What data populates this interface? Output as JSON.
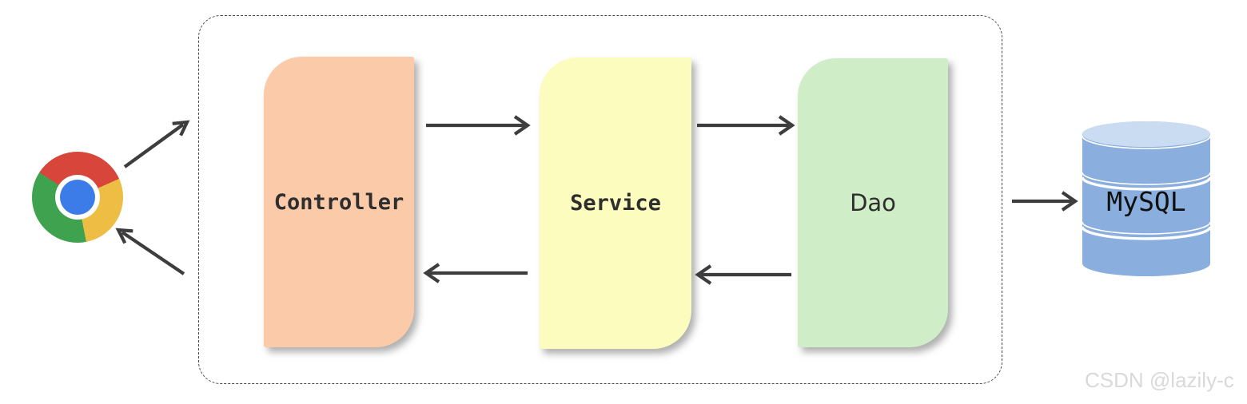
{
  "diagram": {
    "description": "three-layer web architecture flow from browser to database",
    "nodes": {
      "browser": {
        "name": "chrome-browser",
        "icon": "chrome-logo",
        "colors": {
          "red": "#D8453A",
          "yellow": "#EEBD43",
          "green": "#3FA24E",
          "blue": "#3C7CE8"
        }
      },
      "controller": {
        "label": "Controller",
        "fill": "#FACAA9"
      },
      "service": {
        "label": "Service",
        "fill": "#FCFCBE"
      },
      "dao": {
        "label": "Dao",
        "fill": "#CFEDC6"
      },
      "mysql": {
        "label": "MySQL",
        "type": "database-cylinder",
        "fill": "#8AAEDD",
        "fill_top": "#C9DCF2"
      }
    },
    "edges": [
      {
        "from": "browser",
        "to": "controller"
      },
      {
        "from": "controller",
        "to": "service"
      },
      {
        "from": "service",
        "to": "dao"
      },
      {
        "from": "dao",
        "to": "mysql"
      },
      {
        "from": "dao",
        "to": "service"
      },
      {
        "from": "service",
        "to": "controller"
      },
      {
        "from": "controller",
        "to": "browser"
      }
    ],
    "arrow_color": "#3D3D3D",
    "boundary_style": "dashed-rounded-rectangle"
  },
  "watermark": {
    "text": "CSDN @lazily-c",
    "color": "#D9D9D9"
  }
}
